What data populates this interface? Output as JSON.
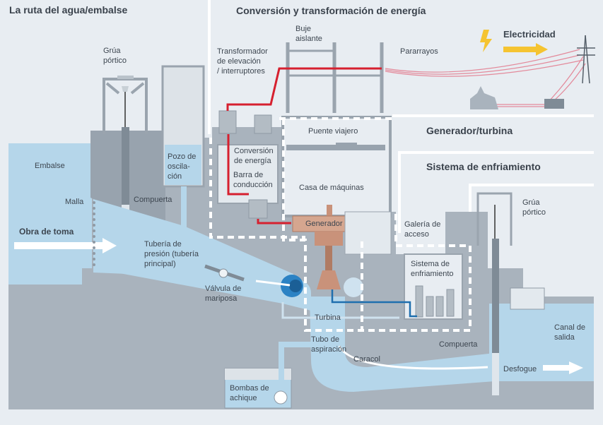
{
  "sections": {
    "water_route": "La ruta del agua/embalse",
    "conversion": "Conversión y transformación de energía",
    "generator_turbine": "Generador/turbina",
    "cooling_system": "Sistema de enfriamiento"
  },
  "labels": {
    "gantry_crane_left": "Grúa\npórtico",
    "reservoir": "Embalse",
    "screen": "Malla",
    "intake": "Obra de toma",
    "gate_left": "Compuerta",
    "surge_shaft": "Pozo de\noscila-\nción",
    "penstock": "Tubería de\npresión (tubería\nprincipal)",
    "butterfly_valve": "Válvula de\nmariposa",
    "transformer": "Transformador\nde elevación\n/ interruptores",
    "bushing": "Buje\naislante",
    "surge_arrester": "Pararrayos",
    "electricity": "Electricidad",
    "overhead_crane": "Puente viajero",
    "energy_conversion": "Conversión\nde energía",
    "busbar": "Barra de\nconducción",
    "powerhouse": "Casa de máquinas",
    "generator": "Generador",
    "access_gallery": "Galería de\nacceso",
    "cooling_box": "Sistema de\nenfriamiento",
    "turbine": "Turbina",
    "draft_tube": "Tubo de\naspiración",
    "spiral_case": "Caracol",
    "gate_right": "Compuerta",
    "gantry_crane_right": "Grúa\npórtico",
    "tailrace_channel": "Canal de\nsalida",
    "tailrace": "Desfogue",
    "drainage_pumps": "Bombas de\nachique"
  },
  "colors": {
    "background": "#e8edf2",
    "concrete": "#a9b3bd",
    "concrete_dark": "#8f9aa5",
    "water": "#b5d6ea",
    "water_dark": "#2b82c4",
    "power_line": "#d6202f",
    "copper": "#c9927a",
    "electric_yellow": "#f5c431",
    "cooling_pipe": "#1f6fae"
  }
}
